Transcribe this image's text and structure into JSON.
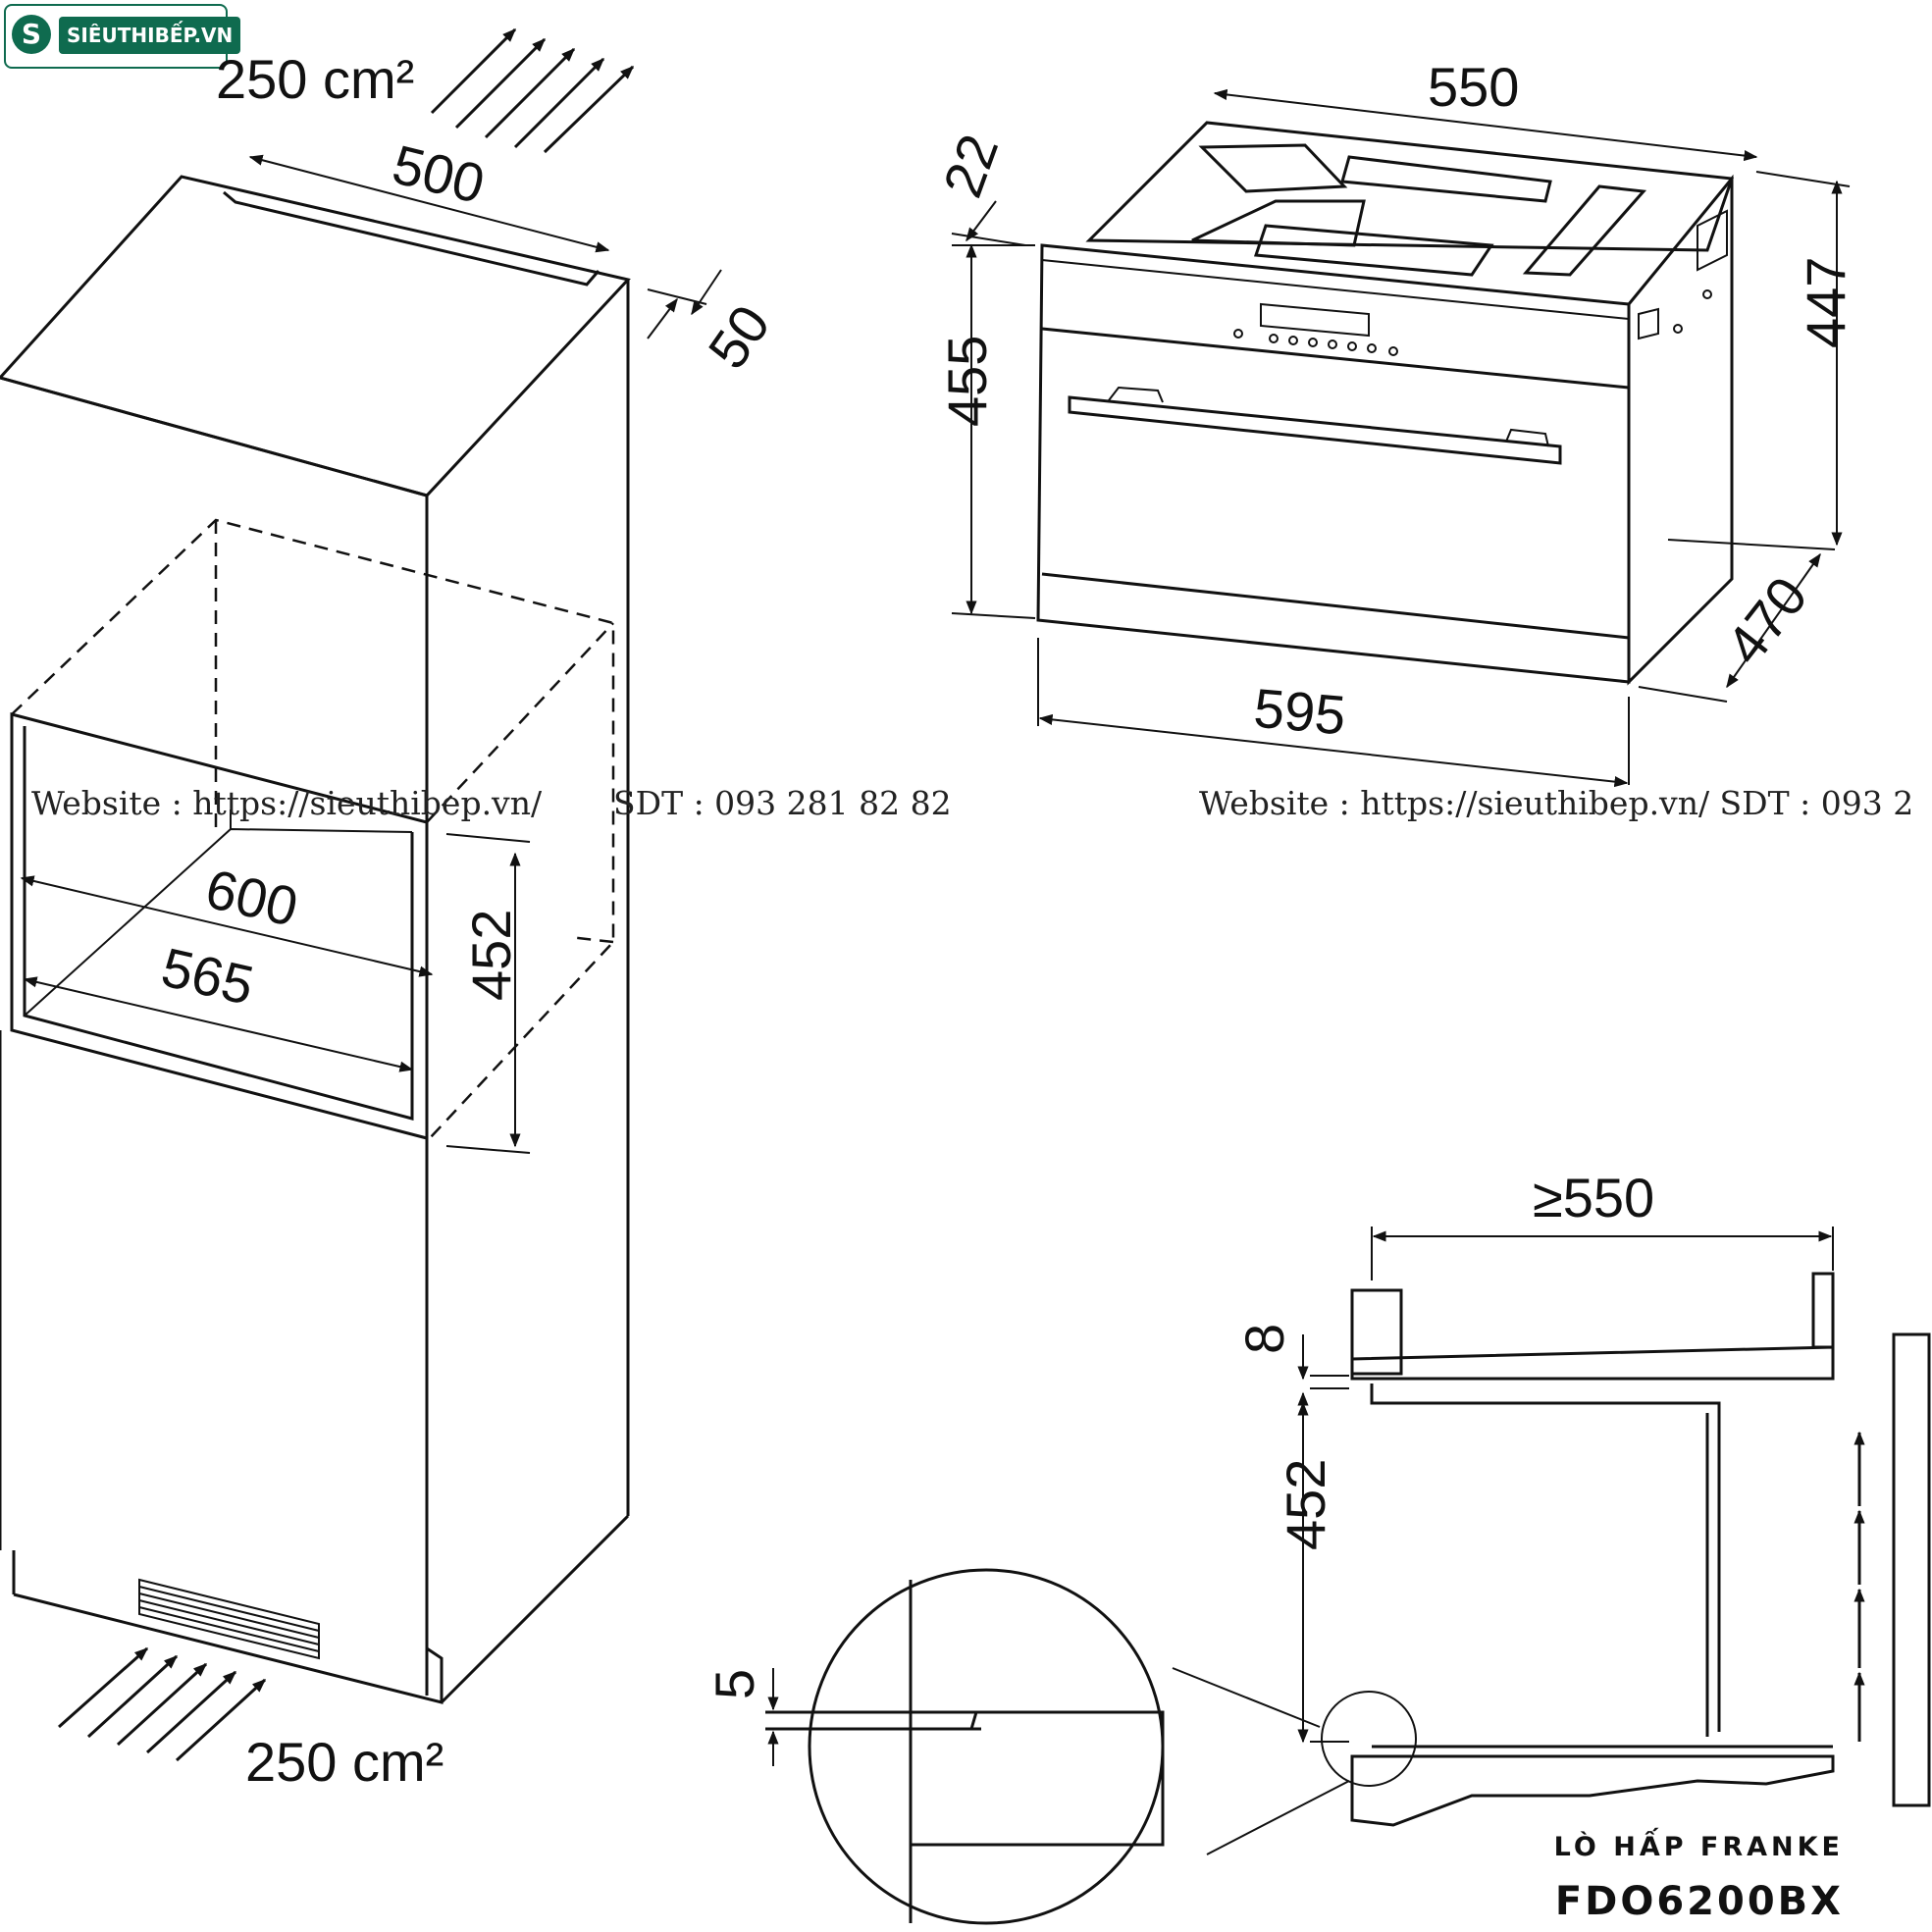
{
  "logo": {
    "mark": "S",
    "text": "SIÊUTHIBẾP.VN"
  },
  "left_cabinet": {
    "vent_top": "250 cm²",
    "vent_bottom": "250 cm²",
    "depth": "500",
    "gap": "50",
    "outer_width": "600",
    "inner_width": "565",
    "niche_height": "452"
  },
  "oven": {
    "top_depth": "550",
    "panel_thickness": "22",
    "front_height": "455",
    "body_height": "447",
    "body_depth": "470",
    "front_width": "595"
  },
  "section": {
    "min_depth": "≥550",
    "top_gap": "8",
    "niche_height": "452",
    "detail_gap": "5"
  },
  "watermarks": [
    {
      "website": "Website : https://sieuthibep.vn/",
      "phone": "SDT : 093 281 82 82"
    },
    {
      "combined": "Website : https://sieuthibep.vn/ SDT : 093 2"
    }
  ],
  "caption": {
    "line1": "LÒ HẤP FRANKE",
    "line2": "FDO6200BX"
  }
}
